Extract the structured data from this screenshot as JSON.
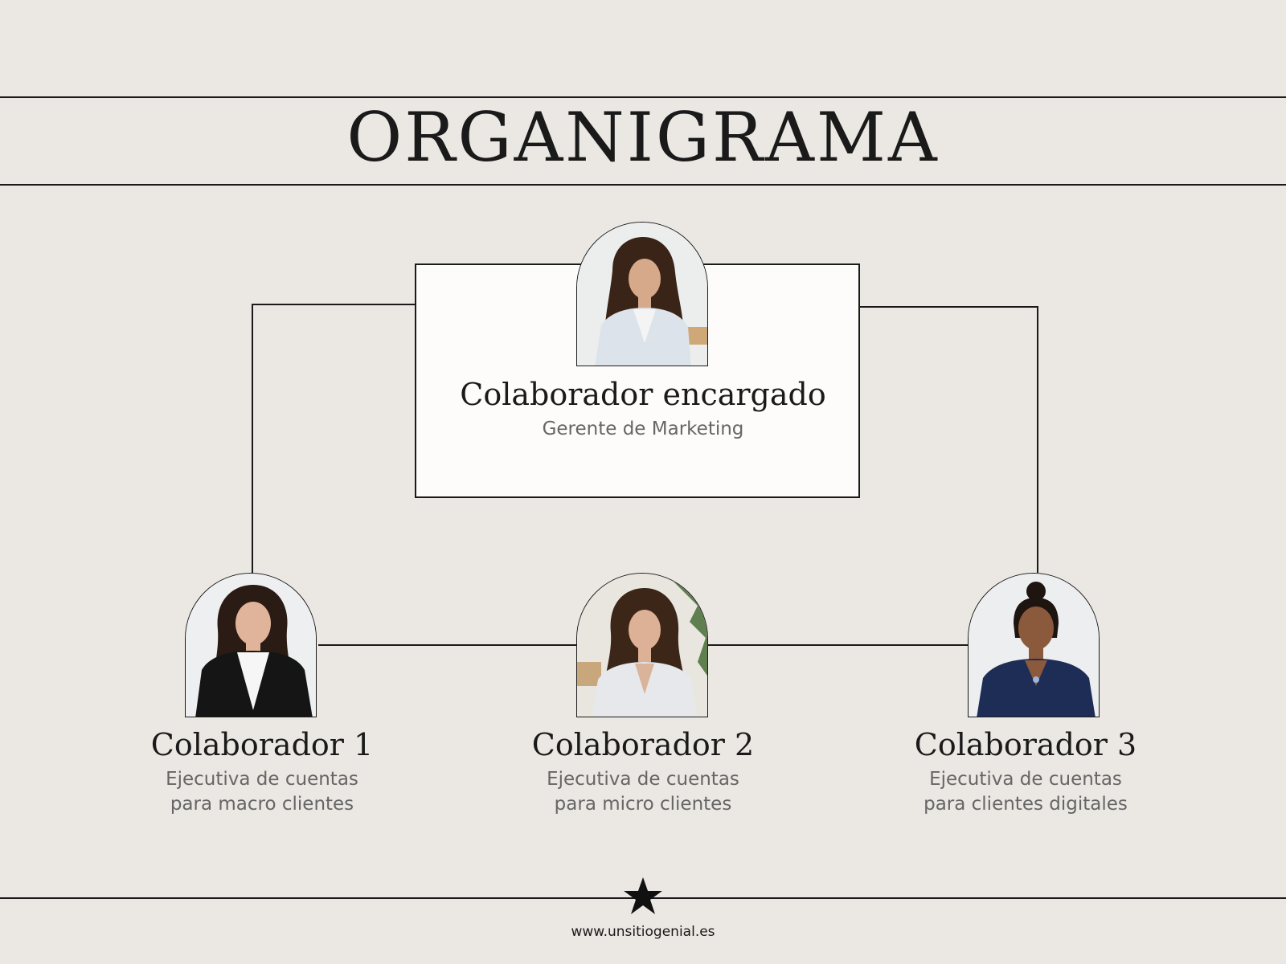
{
  "title": "ORGANIGRAMA",
  "manager": {
    "name": "Colaborador encargado",
    "role": "Gerente de Marketing"
  },
  "collaborators": [
    {
      "name": "Colaborador 1",
      "role_line1": "Ejecutiva de cuentas",
      "role_line2": "para macro clientes"
    },
    {
      "name": "Colaborador 2",
      "role_line1": "Ejecutiva de cuentas",
      "role_line2": "para micro clientes"
    },
    {
      "name": "Colaborador 3",
      "role_line1": "Ejecutiva de cuentas",
      "role_line2": "para clientes digitales"
    }
  ],
  "footer": {
    "url": "www.unsitiogenial.es",
    "icon": "star-icon"
  },
  "colors": {
    "background": "#ebe7e2",
    "card": "#fdfcfa",
    "line": "#1a1a1a",
    "subtitle": "#666666"
  }
}
